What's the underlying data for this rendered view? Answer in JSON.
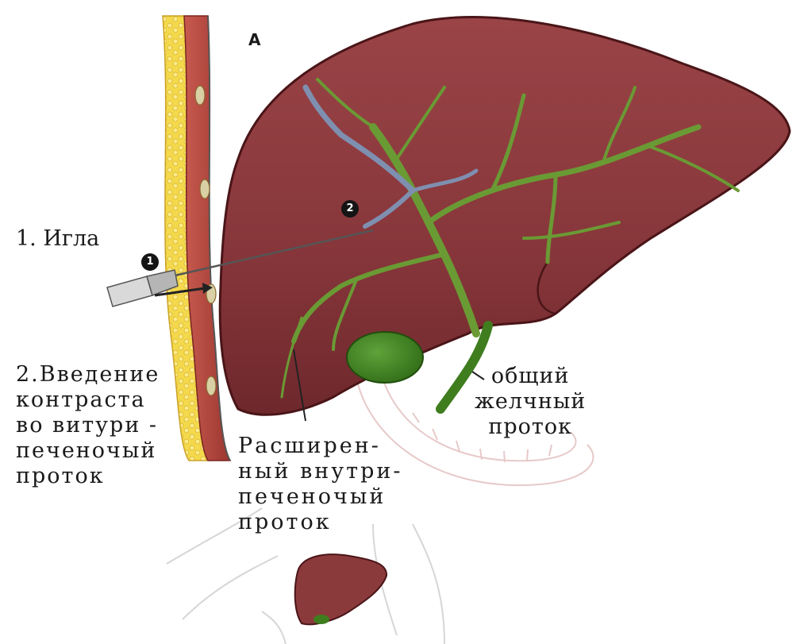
{
  "panel_letter": "A",
  "labels": {
    "needle": "1. Игла",
    "contrast": "2.Введение\nконтраста\nво витури -\nпеченочый\nпроток",
    "dilated_duct": "Расширен-\nный внутри-\nпеченочый\nпроток",
    "common_bile_duct": "общий\nжелчный\nпроток"
  },
  "markers": {
    "one": "1",
    "two": "2"
  },
  "colors": {
    "liver": "#8b3a3c",
    "liver_shadow": "#6a2629",
    "bile_duct": "#5a8a2c",
    "gallbladder": "#3f7d1f",
    "contrast_duct": "#7f8fb0",
    "fat_layer": "#f0d34a",
    "muscle_layer": "#b5463e",
    "outline": "#c9c9c9"
  },
  "icons": {
    "needle": "syringe-needle-icon",
    "inset": "liver-silhouette-icon"
  }
}
